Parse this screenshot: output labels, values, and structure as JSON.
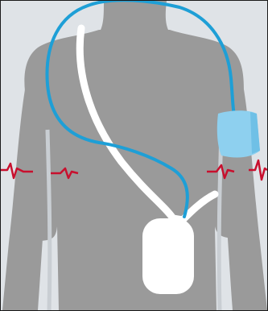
{
  "illustration": {
    "colors": {
      "background": "#dfe3e7",
      "body": "#9a9a9a",
      "strap": "#ffffff",
      "tube": "#1e9fd6",
      "cuff": "#8ed0ef",
      "ecg_trace": "#c8102e",
      "device": "#ffffff"
    },
    "icons": [
      "human-torso-back",
      "shoulder-strap",
      "blood-pressure-tube",
      "arm-cuff",
      "ecg-waveform",
      "monitor-device"
    ]
  }
}
